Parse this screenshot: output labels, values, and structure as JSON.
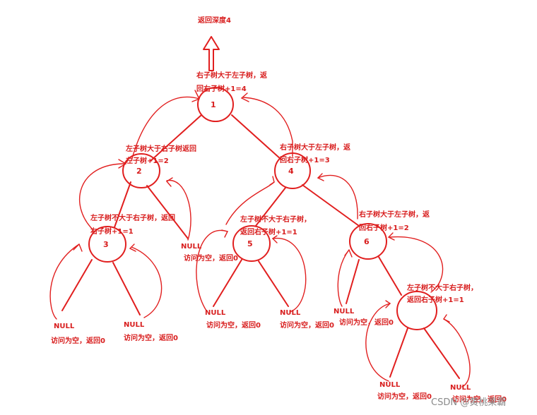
{
  "top_label": "返回深度4",
  "nodes": [
    {
      "id": "n1",
      "label": "1"
    },
    {
      "id": "n2",
      "label": "2"
    },
    {
      "id": "n3",
      "label": "3"
    },
    {
      "id": "n4",
      "label": "4"
    },
    {
      "id": "n5",
      "label": "5"
    },
    {
      "id": "n6",
      "label": "6"
    },
    {
      "id": "n7",
      "label": ""
    }
  ],
  "annotations": {
    "n1_line1": "右子树大于左子树，返",
    "n1_line2": "回右子树+1=4",
    "n2_line1": "左子树大于右子树返回",
    "n2_line2": "左子树+1=2",
    "n3_line1": "左子树不大于右子树，返回",
    "n3_line2": "右子树+1=1",
    "n4_line1": "右子树大于左子树，返",
    "n4_line2": "回右子树+1=3",
    "n5_line1": "左子树不大于右子树，",
    "n5_line2": "返回右子树+1=1",
    "n6_line1": "右子树大于左子树，返",
    "n6_line2": "回右子树+1=2",
    "n7_line1": "左子树不大于右子树，",
    "n7_line2": "返回右子树+1=1"
  },
  "null_label": "NULL",
  "null_visit_text": "访问为空，返回0",
  "watermark": "CSDN @黄桃果霸",
  "colors": {
    "ink": "#e11f1f",
    "text": "#d81e1e",
    "watermark": "#8a8a8a"
  }
}
